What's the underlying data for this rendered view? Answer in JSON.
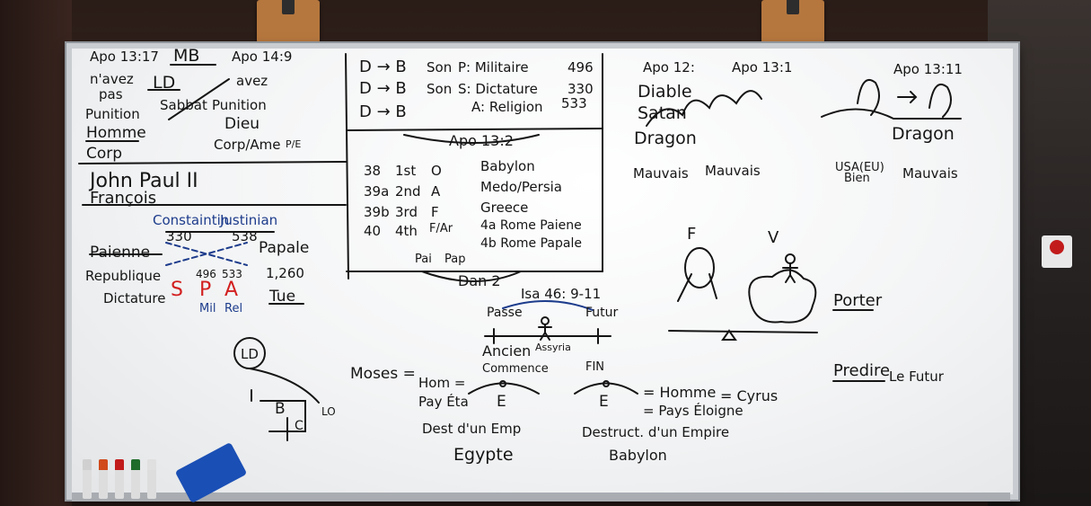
{
  "board": {
    "col1": {
      "apo_13_17": "Apo 13:17",
      "mb": "MB",
      "apo_14_9": "Apo 14:9",
      "navez": "n'avez",
      "pas": "pas",
      "avez": "avez",
      "ld": "LD",
      "punition1": "Punition",
      "sabbat": "Sabbat",
      "punition2": "Punition",
      "homme": "Homme",
      "dieu": "Dieu",
      "corp": "Corp",
      "corp_ame": "Corp/Ame",
      "pe": "P/E",
      "jp2": "John Paul II",
      "francois": "François",
      "constantin": "Constaintin",
      "justinian": "Justinian",
      "y330": "330",
      "y538": "538",
      "paienne": "Paienne",
      "papale": "Papale",
      "y496": "496",
      "y533": "533",
      "y1260": "1,260",
      "republique": "Republique",
      "dictature": "Dictature",
      "s": "S",
      "p": "P",
      "a": "A",
      "mil": "Mil",
      "rel": "Rel",
      "tue": "Tue",
      "ld_circle": "LD",
      "b": "B",
      "c": "C",
      "lo": "LO"
    },
    "col2": {
      "r1": [
        "D → B",
        "Son",
        "P: Militaire",
        "496"
      ],
      "r2": [
        "D → B",
        "Son",
        "S: Dictature",
        "330"
      ],
      "r3": [
        "D → B",
        "A: Religion",
        "533"
      ],
      "apo_13_2": "Apo 13:2",
      "rows": [
        {
          "num": "38",
          "ord": "1st",
          "let": "O",
          "name": "Babylon"
        },
        {
          "num": "39a",
          "ord": "2nd",
          "let": "A",
          "name": "Medo/Persia"
        },
        {
          "num": "39b",
          "ord": "3rd",
          "let": "F",
          "name": "Greece"
        },
        {
          "num": "40",
          "ord": "4th",
          "let": "F/Ar",
          "name": "4a Rome Paiene"
        },
        {
          "num": "",
          "ord": "",
          "let": "",
          "name": "4b Rome Papale"
        }
      ],
      "pai": "Pai",
      "pap": "Pap",
      "dan2": "Dan 2",
      "isa": "Isa 46: 9-11",
      "passe": "Passe",
      "futur": "Futur",
      "ancien": "Ancien",
      "commence": "Commence",
      "assyria": "Assyria",
      "fin": "FIN",
      "moses": "Moses =",
      "hom": "Hom =",
      "payeta": "Pay Éta",
      "e1": "E",
      "e2": "E",
      "homme_eq": "= Homme",
      "cyrus": "= Cyrus",
      "pays": "= Pays Éloigne",
      "dest": "Dest d'un Emp",
      "destruct": "Destruct. d'un Empire",
      "egypte": "Egypte",
      "babylon": "Babylon"
    },
    "col3": {
      "apo_12": "Apo 12:",
      "apo_13_1": "Apo 13:1",
      "apo_13_11": "Apo 13:11",
      "diable": "Diable",
      "satan": "Satan",
      "dragon1": "Dragon",
      "dragon2": "Dragon",
      "mauvais1": "Mauvais",
      "mauvais2": "Mauvais",
      "usa": "USA(EU)",
      "bien": "Bien",
      "mauvais3": "Mauvais",
      "f": "F",
      "v": "V",
      "porter": "Porter",
      "predire": "Predire",
      "le_futur": "Le Futur"
    }
  },
  "colors": {
    "ink": "#151515",
    "red": "#d21f1f",
    "blue": "#1d3c8c",
    "board": "#f3f4f5"
  }
}
